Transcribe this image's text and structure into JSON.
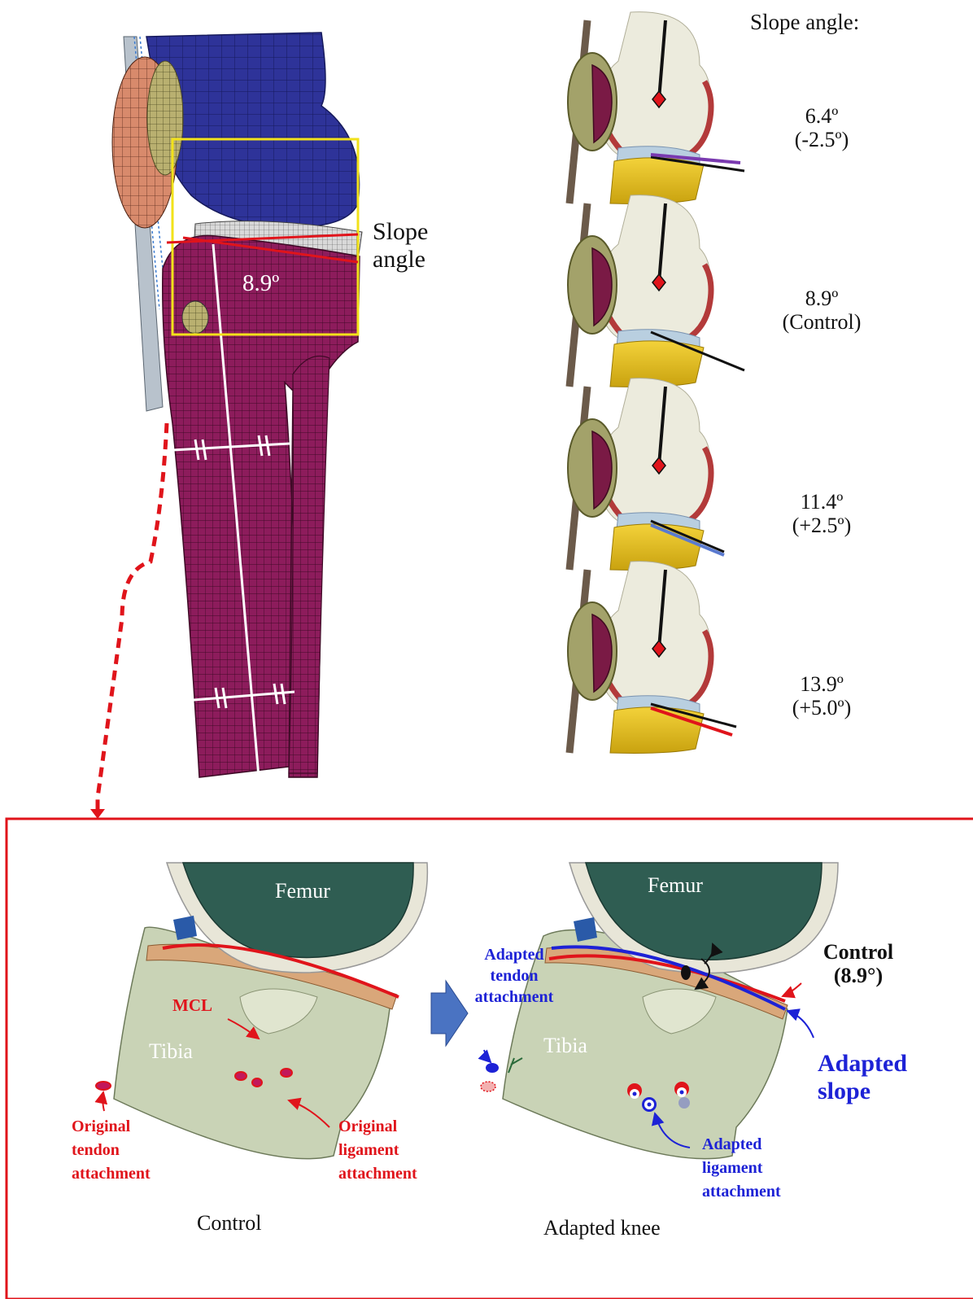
{
  "top": {
    "slope_label": "Slope\nangle",
    "main_angle": "8.9º",
    "slope_header": "Slope angle:",
    "variants": [
      {
        "angle": "6.4º",
        "delta": "(-2.5º)"
      },
      {
        "angle": "8.9º",
        "delta": "(Control)"
      },
      {
        "angle": "11.4º",
        "delta": "(+2.5º)"
      },
      {
        "angle": "13.9º",
        "delta": "(+5.0º)"
      }
    ]
  },
  "bottom": {
    "left": {
      "femur": "Femur",
      "tibia": "Tibia",
      "mcl": "MCL",
      "orig_tendon": "Original\ntendon\nattachment",
      "orig_ligament": "Original\nligament\nattachment",
      "caption": "Control"
    },
    "right": {
      "femur": "Femur",
      "tibia": "Tibia",
      "adapted_tendon": "Adapted\ntendon\nattachment",
      "control_label": "Control\n(8.9°)",
      "adapted_slope": "Adapted\nslope",
      "adapted_ligament": "Adapted\nligament\nattachment",
      "caption": "Adapted knee"
    }
  },
  "colors": {
    "femur_mesh": "#2b2f9a",
    "tibia_mesh": "#8c1a5a",
    "patella": "#d9886a",
    "roi_box": "#f2e21a",
    "annotation_red": "#e0141b",
    "annotation_blue": "#1d22d6",
    "bone_cream": "#ecebdd",
    "tibia_yellow": "#e6c21a",
    "cartilage_red": "#b33a3a",
    "femur_green": "#2f5d52",
    "tibia_green": "#c9d3b6",
    "meniscus_tan": "#d9a77a"
  }
}
